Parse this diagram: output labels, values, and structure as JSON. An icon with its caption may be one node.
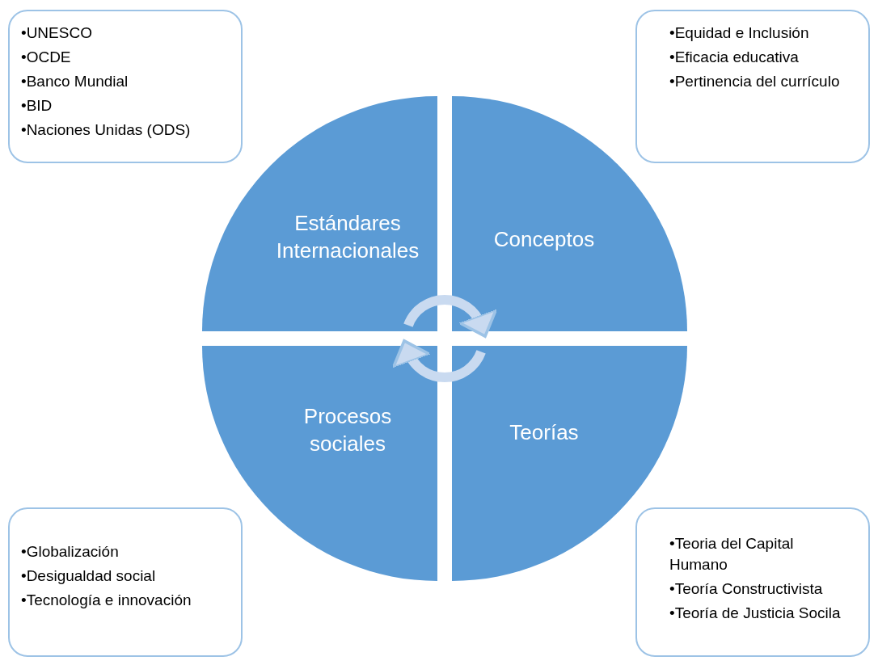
{
  "diagram": {
    "nodes": [
      {
        "text": [
          "•UNESCO",
          "•OCDE",
          "•Banco Mundial",
          "•BID",
          "•Naciones Unidas (ODS)"
        ]
      },
      {
        "text": [
          "•Equidad e Inclusión",
          "•Eficacia educativa",
          "•Pertinencia del currículo"
        ]
      },
      {
        "text": [
          "Estándares Internacionales"
        ]
      },
      {
        "text": [
          "Conceptos"
        ]
      },
      {
        "text": [
          "Procesos sociales"
        ]
      },
      {
        "text": [
          "Teorías"
        ]
      },
      {
        "text": [
          "•Globalización",
          "•Desigualdad social",
          "•Tecnología e innovación"
        ]
      },
      {
        "text": [
          "•Teoria del Capital Humano",
          "•Teoría Constructivista",
          "•Teoría de Justicia Socila"
        ]
      }
    ],
    "edges": [
      {
        "from": 2,
        "to": 3,
        "arrow": "to"
      },
      {
        "from": 5,
        "to": 4,
        "arrow": "to"
      }
    ]
  }
}
